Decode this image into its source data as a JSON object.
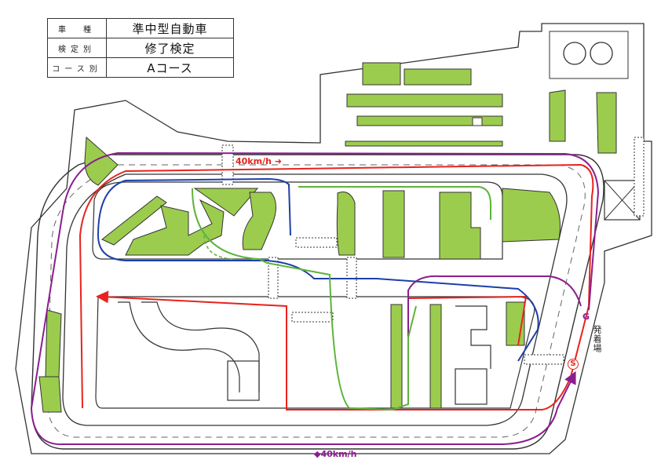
{
  "info": {
    "rows": [
      {
        "key": "車　種",
        "value": "準中型自動車"
      },
      {
        "key": "検定別",
        "value": "修了検定"
      },
      {
        "key": "コース別",
        "value": "Aコース"
      }
    ]
  },
  "labels": {
    "speed_top": "40km/h",
    "speed_bottom": "40km/h",
    "goal": "G",
    "start": "S",
    "departure_area": "発着場"
  },
  "colors": {
    "green_area": "#9ccc4e",
    "route_red": "#e8231d",
    "route_purple": "#8b1e8e",
    "route_blue": "#1d3fa8",
    "route_green": "#5db43a"
  }
}
